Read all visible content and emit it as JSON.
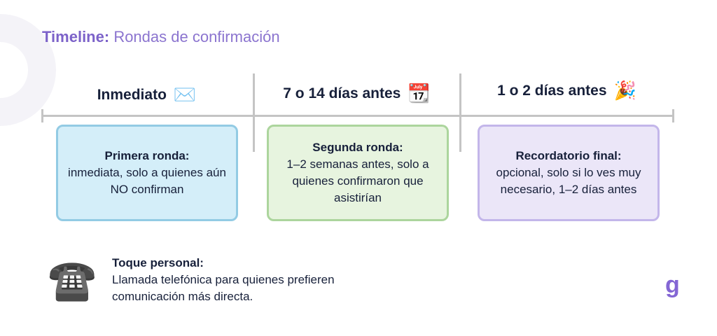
{
  "title": {
    "bold": "Timeline:",
    "rest": "Rondas de confirmación"
  },
  "phases": [
    {
      "heading": "Inmediato",
      "icon": "✉️",
      "card_title": "Primera ronda:",
      "card_text": "inmediata, solo a quienes aún NO confirman"
    },
    {
      "heading": "7 o 14 días antes",
      "icon": "📆",
      "card_title": "Segunda ronda:",
      "card_text": "1–2 semanas antes, solo a quienes confirmaron que asistirían"
    },
    {
      "heading": "1 o 2 días antes",
      "icon": "🎉",
      "card_title": "Recordatorio final:",
      "card_text": "opcional, solo si lo ves muy necesario, 1–2 días antes"
    }
  ],
  "personal": {
    "icon": "☎️",
    "title": "Toque personal:",
    "text": "Llamada telefónica para quienes prefieren comunicación más directa."
  },
  "logo": "g"
}
